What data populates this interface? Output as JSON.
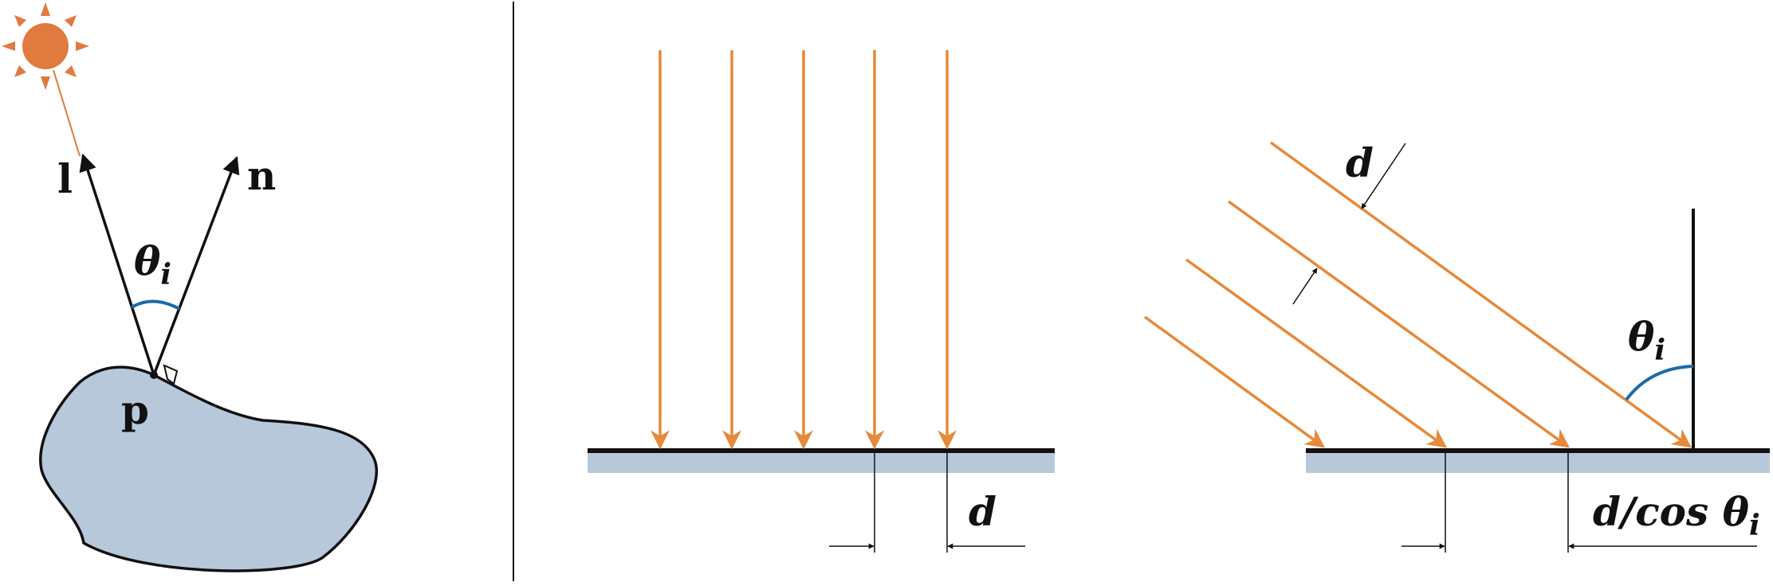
{
  "colors": {
    "light": "#E6893A",
    "sun": "#E07A3F",
    "surface": "#B7C8DB",
    "angle": "#1C6AA8",
    "ink": "#111111"
  },
  "left_panel": {
    "vector_l": "l",
    "vector_n": "n",
    "angle_label": "θ",
    "angle_sub": "i",
    "point_label": "p"
  },
  "middle_panel": {
    "spacing_label": "d"
  },
  "right_panel": {
    "spacing_label": "d",
    "angle_label": "θ",
    "angle_sub": "i",
    "width_label_main": "d/cos θ",
    "width_label_sub": "i"
  }
}
